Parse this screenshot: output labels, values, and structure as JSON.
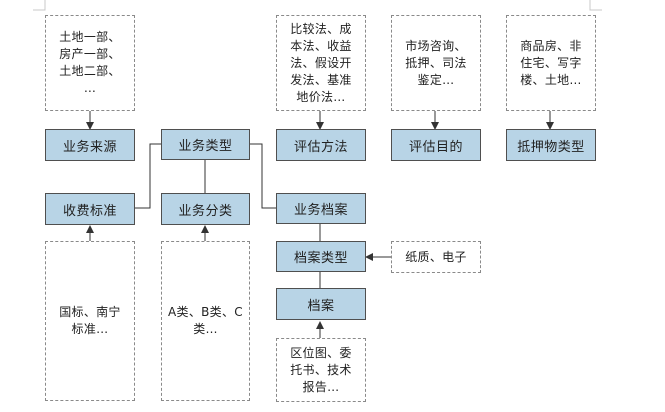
{
  "nodes": {
    "business_source": "业务来源",
    "business_type": "业务类型",
    "valuation_method": "评估方法",
    "valuation_purpose": "评估目的",
    "collateral_type": "抵押物类型",
    "fee_standard": "收费标准",
    "business_category": "业务分类",
    "business_archive": "业务档案",
    "archive_type": "档案类型",
    "archive": "档案"
  },
  "notes": {
    "source_examples": "土地一部、\n房产一部、\n土地二部、\n…",
    "method_examples": "比较法、成\n本法、收益\n法、假设开\n发法、基准\n地价法…",
    "purpose_examples": "市场咨询、\n抵押、司法\n鉴定…",
    "collateral_examples": "商品房、非\n住宅、写字\n楼、土地…",
    "fee_examples": "国标、南宁\n标准…",
    "category_examples": "A类、B类、C\n类…",
    "archive_type_examples": "纸质、电子",
    "archive_examples": "区位图、委\n托书、技术\n报告…"
  }
}
